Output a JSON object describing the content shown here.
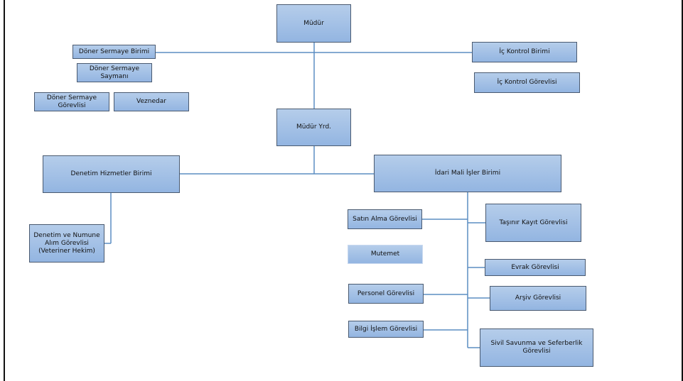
{
  "chart_title": "Organization Chart",
  "colors": {
    "box_fill": "#a4c1e6",
    "box_border": "#4a5a70",
    "connector": "#5b8dc2"
  },
  "nodes": {
    "mudur": "Müdür",
    "doner_sermaye_birimi": "Döner Sermaye Birimi",
    "doner_sermaye_saymani": "Döner Sermaye Saymanı",
    "doner_sermaye_gorevlisi": "Döner Sermaye Görevlisi",
    "veznedar": "Veznedar",
    "ic_kontrol_birimi": "İç Kontrol Birimi",
    "ic_kontrol_gorevlisi": "İç Kontrol Görevlisi",
    "mudur_yrd": "Müdür Yrd.",
    "denetim_hizmetler_birimi": "Denetim Hizmetler Birimi",
    "denetim_numune_gorevlisi": "Denetim ve Numune Alım Görevlisi (Veteriner Hekim)",
    "idari_mali_isler_birimi": "İdari Mali İşler Birimi",
    "satin_alma_gorevlisi": "Satın Alma Görevlisi",
    "mutemet": "Mutemet",
    "personel_gorevlisi": "Personel  Görevlisi",
    "bilgi_islem_gorevlisi": "Bilgi İşlem Görevlisi",
    "tasinir_kayit_gorevlisi": "Taşınır Kayıt Görevlisi",
    "evrak_gorevlisi": "Evrak Görevlisi",
    "arsiv_gorevlisi": "Arşiv Görevlisi",
    "sivil_savunma_gorevlisi": "Sivil Savunma ve Seferberlik Görevlisi"
  }
}
